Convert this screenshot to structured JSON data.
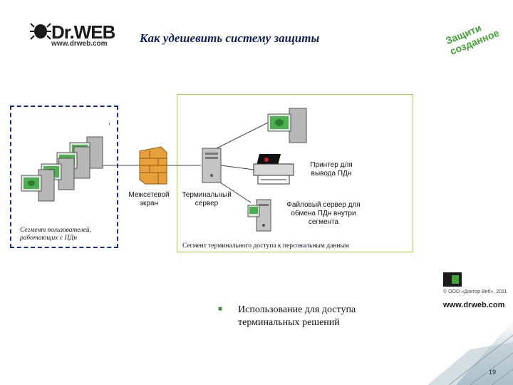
{
  "header": {
    "logo_text": "Dr.WEB",
    "logo_url": "www.drweb.com",
    "title": "Как удешевить систему защиты",
    "slogan": "Защити созданное"
  },
  "diagram": {
    "user_segment_label": "Сегмент пользователей, работающих с ПДн",
    "firewall_label": "Межсетевой экран",
    "terminal_server_label": "Терминальный сервер",
    "printer_label": "Принтер для вывода ПДн",
    "file_server_label": "Файловый сервер для обмена ПДн внутри сегмента",
    "terminal_segment_label": "Сегмент терминального доступа к персональным данным",
    "tick_mark": ","
  },
  "bullet": {
    "text": "Использование для доступа терминальных решений"
  },
  "footer": {
    "copyright": "© ООО «Доктор Веб», 2011",
    "site": "www.drweb.com",
    "page_number": "19"
  },
  "colors": {
    "title": "#0f1f5a",
    "accent_green": "#3fa535",
    "dashed_border": "#1a2a8c",
    "segment_border": "#b3cc3c",
    "firewall": "#e8a03a"
  }
}
